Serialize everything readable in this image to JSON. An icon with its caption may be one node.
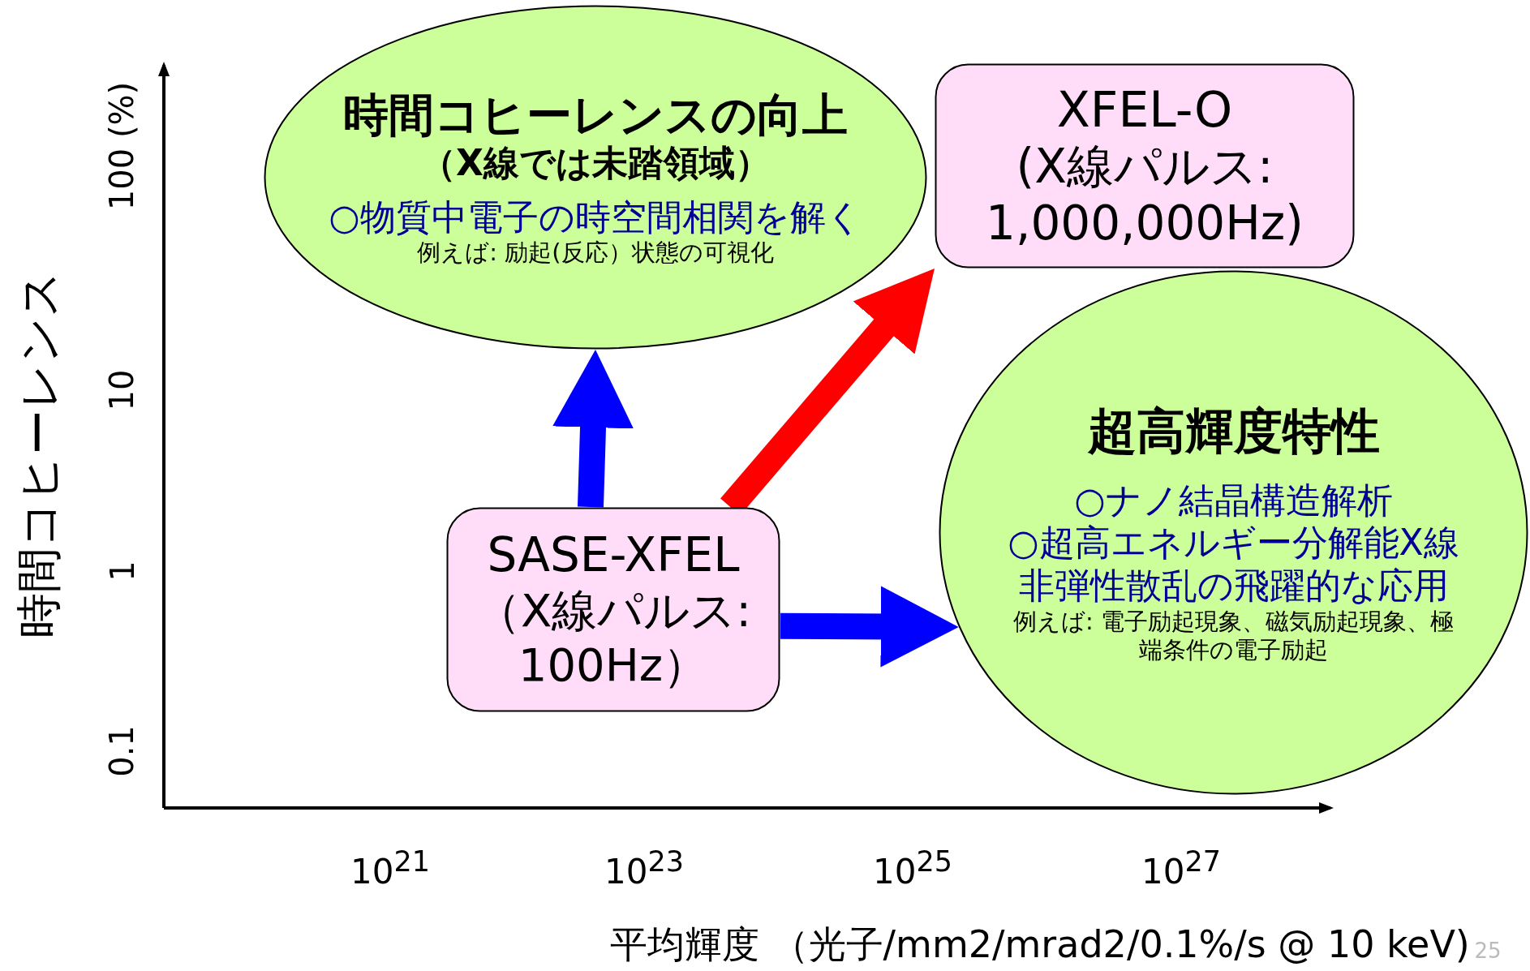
{
  "diagram": {
    "nodes": [
      {
        "text": [
          "時間コヒーレンスの向上",
          "（X線では未踏領域）",
          "○物質中電子の時空間相関を解く",
          "例えば: 励起(反応）状態の可視化"
        ]
      },
      {
        "text": [
          "XFEL-O",
          "(X線パルス: 1,000,000Hz)"
        ]
      },
      {
        "text": [
          "超高輝度特性",
          "○ナノ結晶構造解析",
          "○超高エネルギー分解能X線非弾性散乱の飛躍的な応用",
          "例えば: 電子励起現象、磁気励起現象、極端条件の電子励起"
        ]
      },
      {
        "text": [
          "SASE-XFEL",
          "（X線パルス: 100Hz）"
        ]
      }
    ],
    "edges": [
      {
        "from": 3,
        "to": 0,
        "arrow": "to"
      },
      {
        "from": 3,
        "to": 1,
        "arrow": "to",
        "color": "#ff0000"
      },
      {
        "from": 3,
        "to": 2,
        "arrow": "to"
      }
    ],
    "labels": [
      "時間コヒーレンス",
      "100 (%)",
      "10",
      "1",
      "0.1",
      "10$^{21}$",
      "10$^{23}$",
      "10$^{25}$",
      "10$^{27}$",
      "平均輝度 （光子/mm2/mrad2/0.1%/s @ 10 keV)",
      "25"
    ]
  }
}
